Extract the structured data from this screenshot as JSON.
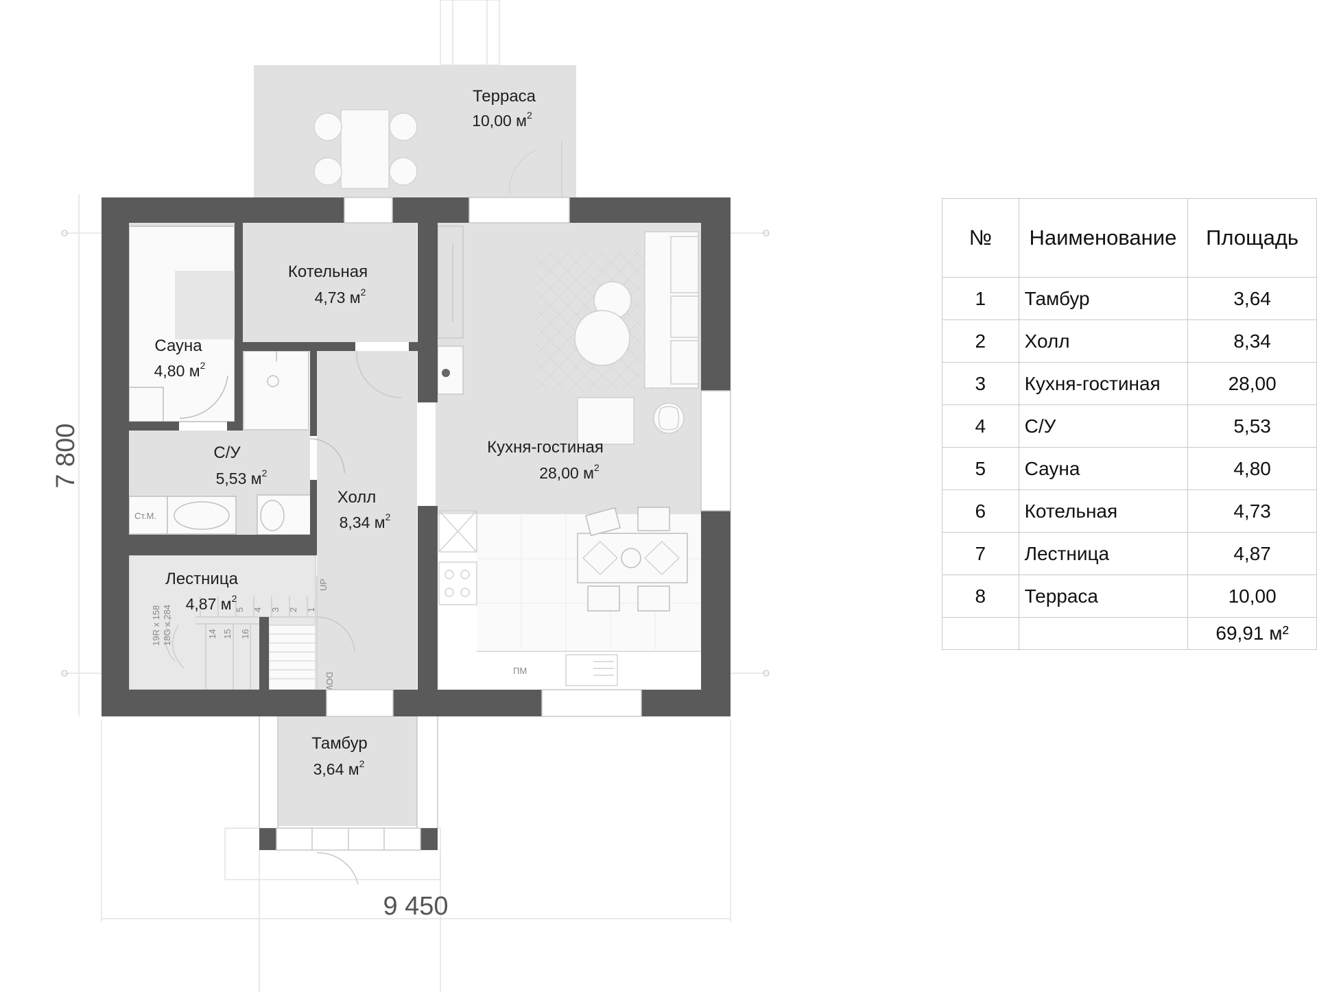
{
  "rooms": {
    "terrace": {
      "name": "Терраса",
      "area": "10,00 м",
      "unit_sup": "2"
    },
    "boiler": {
      "name": "Котельная",
      "area": "4,73 м",
      "unit_sup": "2"
    },
    "sauna": {
      "name": "Сауна",
      "area": "4,80 м",
      "unit_sup": "2"
    },
    "bath": {
      "name": "С/У",
      "area": "5,53 м",
      "unit_sup": "2"
    },
    "hall": {
      "name": "Холл",
      "area": "8,34 м",
      "unit_sup": "2"
    },
    "stairs": {
      "name": "Лестница",
      "area": "4,87 м",
      "unit_sup": "2"
    },
    "kitchen": {
      "name": "Кухня-гостиная",
      "area": "28,00 м",
      "unit_sup": "2"
    },
    "vestibule": {
      "name": "Тамбур",
      "area": "3,64 м",
      "unit_sup": "2"
    }
  },
  "dimensions": {
    "width": "9 450",
    "height": "7 800"
  },
  "small_labels": {
    "washer": "Ст.М.",
    "dishwasher": "ПМ",
    "up": "UP",
    "down": "DOWN",
    "stair_spec_1": "19R x 158",
    "stair_spec_2": "18G x 284",
    "steps": [
      "1",
      "2",
      "3",
      "4",
      "5",
      "14",
      "15",
      "16"
    ]
  },
  "schedule": {
    "headers": {
      "num": "№",
      "name": "Наименование",
      "area": "Площадь"
    },
    "rows": [
      {
        "num": "1",
        "name": "Тамбур",
        "area": "3,64"
      },
      {
        "num": "2",
        "name": "Холл",
        "area": "8,34"
      },
      {
        "num": "3",
        "name": "Кухня-гостиная",
        "area": "28,00"
      },
      {
        "num": "4",
        "name": "С/У",
        "area": "5,53"
      },
      {
        "num": "5",
        "name": "Сауна",
        "area": "4,80"
      },
      {
        "num": "6",
        "name": "Котельная",
        "area": "4,73"
      },
      {
        "num": "7",
        "name": "Лестница",
        "area": "4,87"
      },
      {
        "num": "8",
        "name": "Терраса",
        "area": "10,00"
      }
    ],
    "total": "69,91 м²"
  }
}
